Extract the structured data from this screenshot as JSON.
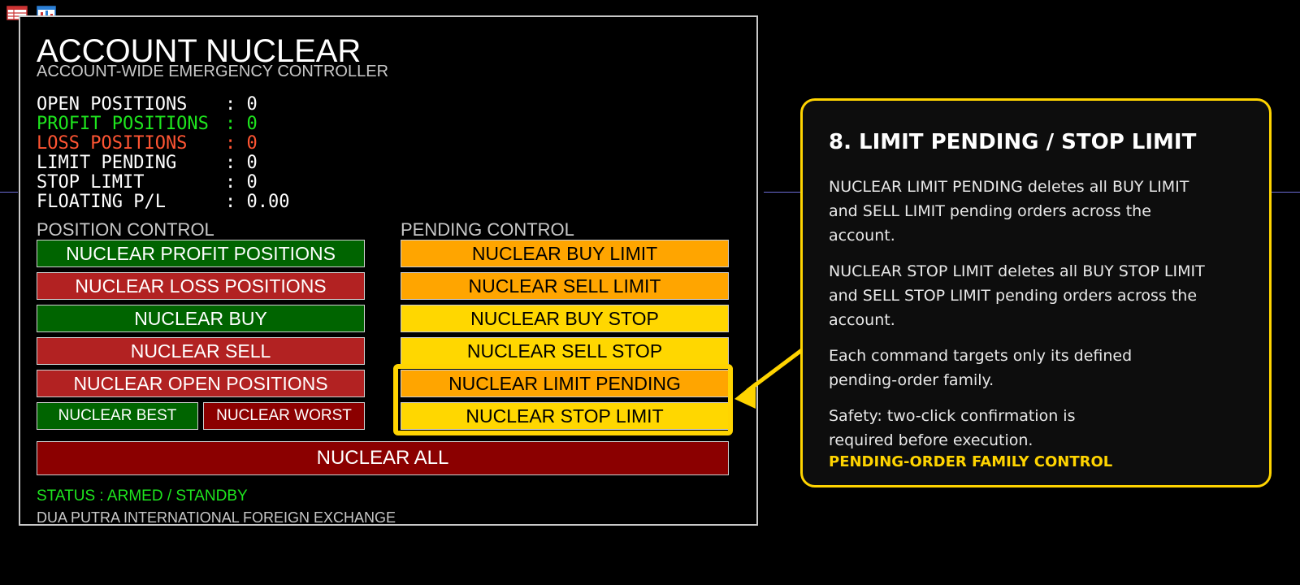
{
  "panel": {
    "title": "ACCOUNT NUCLEAR",
    "subtitle": "ACCOUNT-WIDE EMERGENCY CONTROLLER",
    "stats": [
      {
        "label": "OPEN POSITIONS",
        "value": ": 0",
        "color": "#ffffff"
      },
      {
        "label": "PROFIT POSITIONS",
        "value": ": 0",
        "color": "#1ee51e"
      },
      {
        "label": "LOSS POSITIONS",
        "value": ": 0",
        "color": "#ff5533"
      },
      {
        "label": "LIMIT PENDING",
        "value": ": 0",
        "color": "#ffffff"
      },
      {
        "label": "STOP LIMIT",
        "value": ": 0",
        "color": "#ffffff"
      },
      {
        "label": "FLOATING P/L",
        "value": ": 0.00",
        "color": "#ffffff"
      }
    ],
    "position_control": {
      "label": "POSITION CONTROL",
      "buttons": [
        "NUCLEAR PROFIT POSITIONS",
        "NUCLEAR LOSS POSITIONS",
        "NUCLEAR BUY",
        "NUCLEAR SELL",
        "NUCLEAR OPEN POSITIONS",
        "NUCLEAR BEST",
        "NUCLEAR WORST"
      ]
    },
    "pending_control": {
      "label": "PENDING CONTROL",
      "buttons": [
        "NUCLEAR BUY LIMIT",
        "NUCLEAR SELL LIMIT",
        "NUCLEAR BUY STOP",
        "NUCLEAR SELL STOP",
        "NUCLEAR LIMIT PENDING",
        "NUCLEAR STOP LIMIT"
      ]
    },
    "all_button": "NUCLEAR ALL",
    "status": "STATUS : ARMED / STANDBY",
    "footer": "DUA PUTRA INTERNATIONAL FOREIGN EXCHANGE"
  },
  "callout": {
    "title": "8. LIMIT PENDING / STOP LIMIT",
    "paragraphs": [
      "NUCLEAR LIMIT PENDING deletes all BUY LIMIT and SELL LIMIT pending orders across the account.",
      "NUCLEAR STOP LIMIT deletes all BUY STOP LIMIT and SELL STOP LIMIT pending orders across the account.",
      "Each command targets only its defined pending-order family.",
      "Safety: two-click confirmation is required before execution."
    ],
    "tag": "PENDING-ORDER FAMILY CONTROL"
  },
  "colors": {
    "green_button": "#006400",
    "red_button": "#b22222",
    "dark_red_button": "#8b0000",
    "orange_button": "#ffa500",
    "gold_button": "#ffd700",
    "highlight": "#ffd400"
  },
  "icons": [
    "table-icon",
    "chart-window-icon"
  ]
}
